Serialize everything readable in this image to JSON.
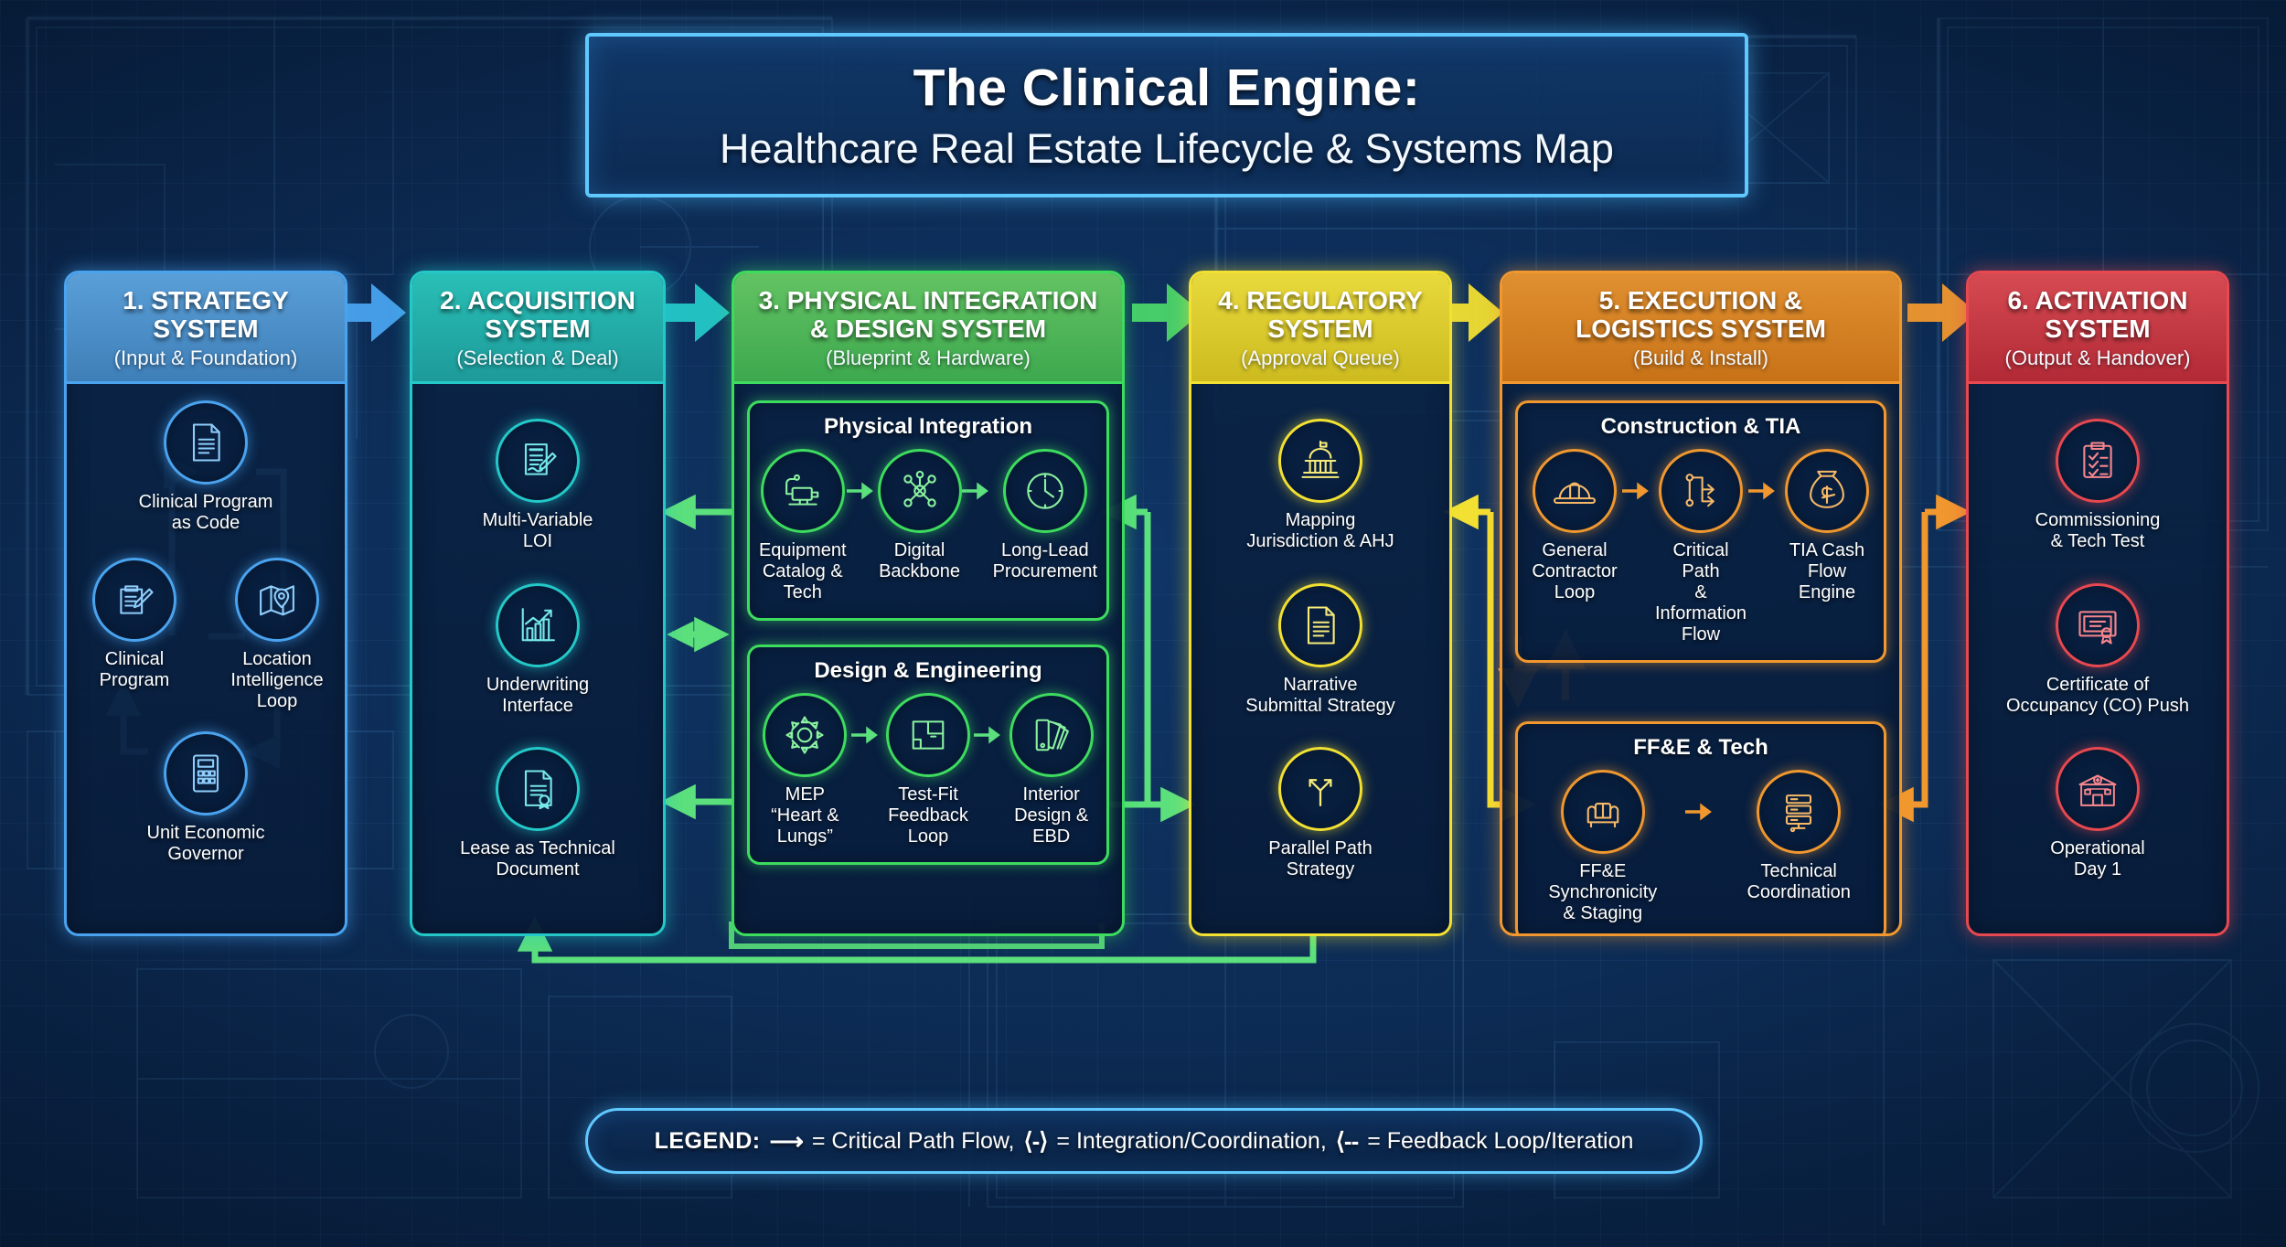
{
  "title": {
    "main": "The Clinical Engine:",
    "subtitle": "Healthcare Real Estate Lifecycle & Systems Map"
  },
  "legend": {
    "label": "LEGEND:",
    "items": [
      {
        "glyph": "⟶",
        "text": "= Critical Path Flow,"
      },
      {
        "glyph": "⟨-⟩",
        "text": "= Integration/Coordination,"
      },
      {
        "glyph": "⟨--",
        "text": "= Feedback Loop/Iteration"
      }
    ]
  },
  "columns": [
    {
      "number": "1.",
      "title": "1. STRATEGY\nSYSTEM",
      "title_line1": "1. STRATEGY",
      "title_line2": "SYSTEM",
      "subtitle": "(Input & Foundation)",
      "accent": "#4aa3ef",
      "header_top": "#5a9fd8",
      "header_bottom": "#3f7fb8",
      "layout": "loop",
      "nodes": [
        {
          "label": "Clinical Program\nas Code",
          "label_lines": [
            "Clinical Program",
            "as Code"
          ],
          "icon": "document-icon"
        },
        {
          "label": "Clinical\nProgram",
          "label_lines": [
            "Clinical",
            "Program"
          ],
          "icon": "clipboard-pen-icon"
        },
        {
          "label": "Location\nIntelligence\nLoop",
          "label_lines": [
            "Location",
            "Intelligence",
            "Loop"
          ],
          "icon": "map-pin-icon"
        },
        {
          "label": "Unit Economic\nGovernor",
          "label_lines": [
            "Unit Economic",
            "Governor"
          ],
          "icon": "calculator-icon"
        }
      ]
    },
    {
      "number": "2.",
      "title_line1": "2. ACQUISITION",
      "title_line2": "SYSTEM",
      "subtitle": "(Selection & Deal)",
      "accent": "#24c8c8",
      "header_top": "#29bfb6",
      "header_bottom": "#1d9a9a",
      "layout": "stack",
      "nodes": [
        {
          "label_lines": [
            "Multi-Variable",
            "LOI"
          ],
          "icon": "contract-sign-icon"
        },
        {
          "label_lines": [
            "Underwriting",
            "Interface"
          ],
          "icon": "bar-chart-growth-icon"
        },
        {
          "label_lines": [
            "Lease as Technical",
            "Document"
          ],
          "icon": "legal-document-icon"
        }
      ]
    },
    {
      "number": "3.",
      "title_line1": "3. PHYSICAL INTEGRATION",
      "title_line2": "& DESIGN SYSTEM",
      "subtitle": "(Blueprint & Hardware)",
      "accent": "#3ddc5f",
      "header_top": "#63c363",
      "header_bottom": "#3da84e",
      "layout": "two-subboxes",
      "subboxes": [
        {
          "title": "Physical Integration",
          "nodes": [
            {
              "label_lines": [
                "Equipment",
                "Catalog &",
                "Tech"
              ],
              "icon": "equipment-icon"
            },
            {
              "label_lines": [
                "Digital",
                "Backbone"
              ],
              "icon": "network-node-icon"
            },
            {
              "label_lines": [
                "Long-Lead",
                "Procurement"
              ],
              "icon": "clock-icon"
            }
          ]
        },
        {
          "title": "Design & Engineering",
          "nodes": [
            {
              "label_lines": [
                "MEP",
                "“Heart &",
                "Lungs”"
              ],
              "icon": "gear-icon"
            },
            {
              "label_lines": [
                "Test-Fit",
                "Feedback",
                "Loop"
              ],
              "icon": "floorplan-icon"
            },
            {
              "label_lines": [
                "Interior",
                "Design &",
                "EBD"
              ],
              "icon": "swatch-fan-icon"
            }
          ]
        }
      ]
    },
    {
      "number": "4.",
      "title_line1": "4. REGULATORY",
      "title_line2": "SYSTEM",
      "subtitle": "(Approval Queue)",
      "accent": "#f2e033",
      "header_top": "#e8d93c",
      "header_bottom": "#cdbb1f",
      "layout": "stack",
      "nodes": [
        {
          "label_lines": [
            "Mapping",
            "Jurisdiction & AHJ"
          ],
          "icon": "government-building-icon"
        },
        {
          "label_lines": [
            "Narrative",
            "Submittal Strategy"
          ],
          "icon": "document-icon"
        },
        {
          "label_lines": [
            "Parallel Path",
            "Strategy"
          ],
          "icon": "fork-path-icon"
        }
      ]
    },
    {
      "number": "5.",
      "title_line1": "5. EXECUTION &",
      "title_line2": "LOGISTICS SYSTEM",
      "subtitle": "(Build & Install)",
      "accent": "#f08c28",
      "header_top": "#e09030",
      "header_bottom": "#c87218",
      "layout": "two-subboxes",
      "subboxes": [
        {
          "title": "Construction & TIA",
          "nodes": [
            {
              "label_lines": [
                "General",
                "Contractor",
                "Loop"
              ],
              "icon": "hard-hat-icon"
            },
            {
              "label_lines": [
                "Critical Path",
                "& Information",
                "Flow"
              ],
              "icon": "flow-branch-icon"
            },
            {
              "label_lines": [
                "TIA Cash",
                "Flow Engine"
              ],
              "icon": "money-bag-icon"
            }
          ]
        },
        {
          "title": "FF&E & Tech",
          "nodes": [
            {
              "label_lines": [
                "FF&E",
                "Synchronicity",
                "& Staging"
              ],
              "icon": "sofa-icon"
            },
            {
              "label_lines": [
                "Technical",
                "Coordination"
              ],
              "icon": "server-rack-icon"
            }
          ]
        }
      ]
    },
    {
      "number": "6.",
      "title_line1": "6. ACTIVATION",
      "title_line2": "SYSTEM",
      "subtitle": "(Output & Handover)",
      "accent": "#e8484f",
      "header_top": "#d64a52",
      "header_bottom": "#b22a36",
      "layout": "stack",
      "nodes": [
        {
          "label_lines": [
            "Commissioning",
            "& Tech Test"
          ],
          "icon": "checklist-icon"
        },
        {
          "label_lines": [
            "Certificate of",
            "Occupancy (CO) Push"
          ],
          "icon": "certificate-icon"
        },
        {
          "label_lines": [
            "Operational",
            "Day 1"
          ],
          "icon": "clinic-building-icon"
        }
      ]
    }
  ],
  "flows": {
    "critical_path": "Critical Path Flow",
    "integration": "Integration/Coordination",
    "feedback": "Feedback Loop/Iteration"
  }
}
